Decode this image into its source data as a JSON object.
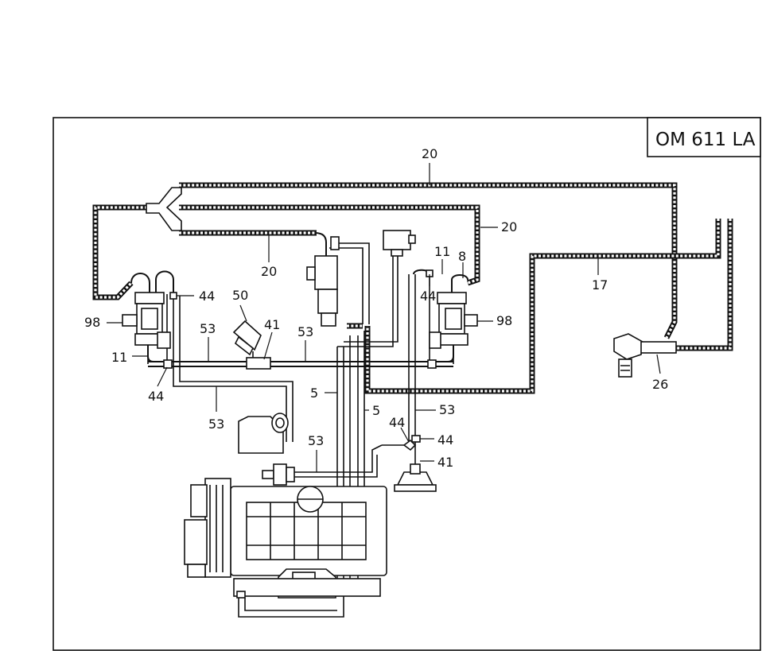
{
  "title_box": "OM 611 LA",
  "labels": [
    {
      "id": "20-top",
      "text": "20"
    },
    {
      "id": "20-right",
      "text": "20"
    },
    {
      "id": "20-mid",
      "text": "20"
    },
    {
      "id": "17",
      "text": "17"
    },
    {
      "id": "11-right",
      "text": "11"
    },
    {
      "id": "8",
      "text": "8"
    },
    {
      "id": "44-left",
      "text": "44"
    },
    {
      "id": "44-right-top",
      "text": "44"
    },
    {
      "id": "50",
      "text": "50"
    },
    {
      "id": "41-mid",
      "text": "41"
    },
    {
      "id": "98-left",
      "text": "98"
    },
    {
      "id": "98-right",
      "text": "98"
    },
    {
      "id": "53-left",
      "text": "53"
    },
    {
      "id": "53-mid",
      "text": "53"
    },
    {
      "id": "11-left",
      "text": "11"
    },
    {
      "id": "44-bottom-left",
      "text": "44"
    },
    {
      "id": "53-low",
      "text": "53"
    },
    {
      "id": "5-a",
      "text": "5"
    },
    {
      "id": "5-b",
      "text": "5"
    },
    {
      "id": "53-right",
      "text": "53"
    },
    {
      "id": "44-low-a",
      "text": "44"
    },
    {
      "id": "44-low-b",
      "text": "44"
    },
    {
      "id": "41-low",
      "text": "41"
    },
    {
      "id": "53-bottom",
      "text": "53"
    },
    {
      "id": "26",
      "text": "26"
    }
  ]
}
